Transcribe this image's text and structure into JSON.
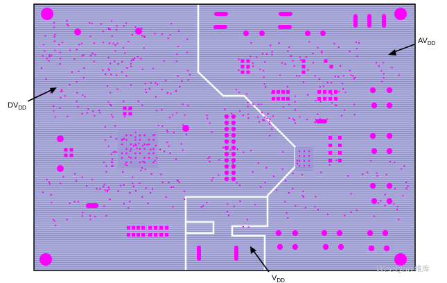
{
  "labels": {
    "dvdd": {
      "main": "DV",
      "sub": "DD"
    },
    "avdd": {
      "main": "AV",
      "sub": "DD"
    },
    "vdd": {
      "main": "V",
      "sub": "DD"
    }
  },
  "watermark": {
    "latin": "WeeQoo",
    "cjk": "维库"
  },
  "colors": {
    "board": "#a9a9d6",
    "stripe": "#8f8fc9",
    "pad": "#ff00ff",
    "ic": "#9d9ad4",
    "split_line": "#ffffff",
    "border": "#000000"
  }
}
